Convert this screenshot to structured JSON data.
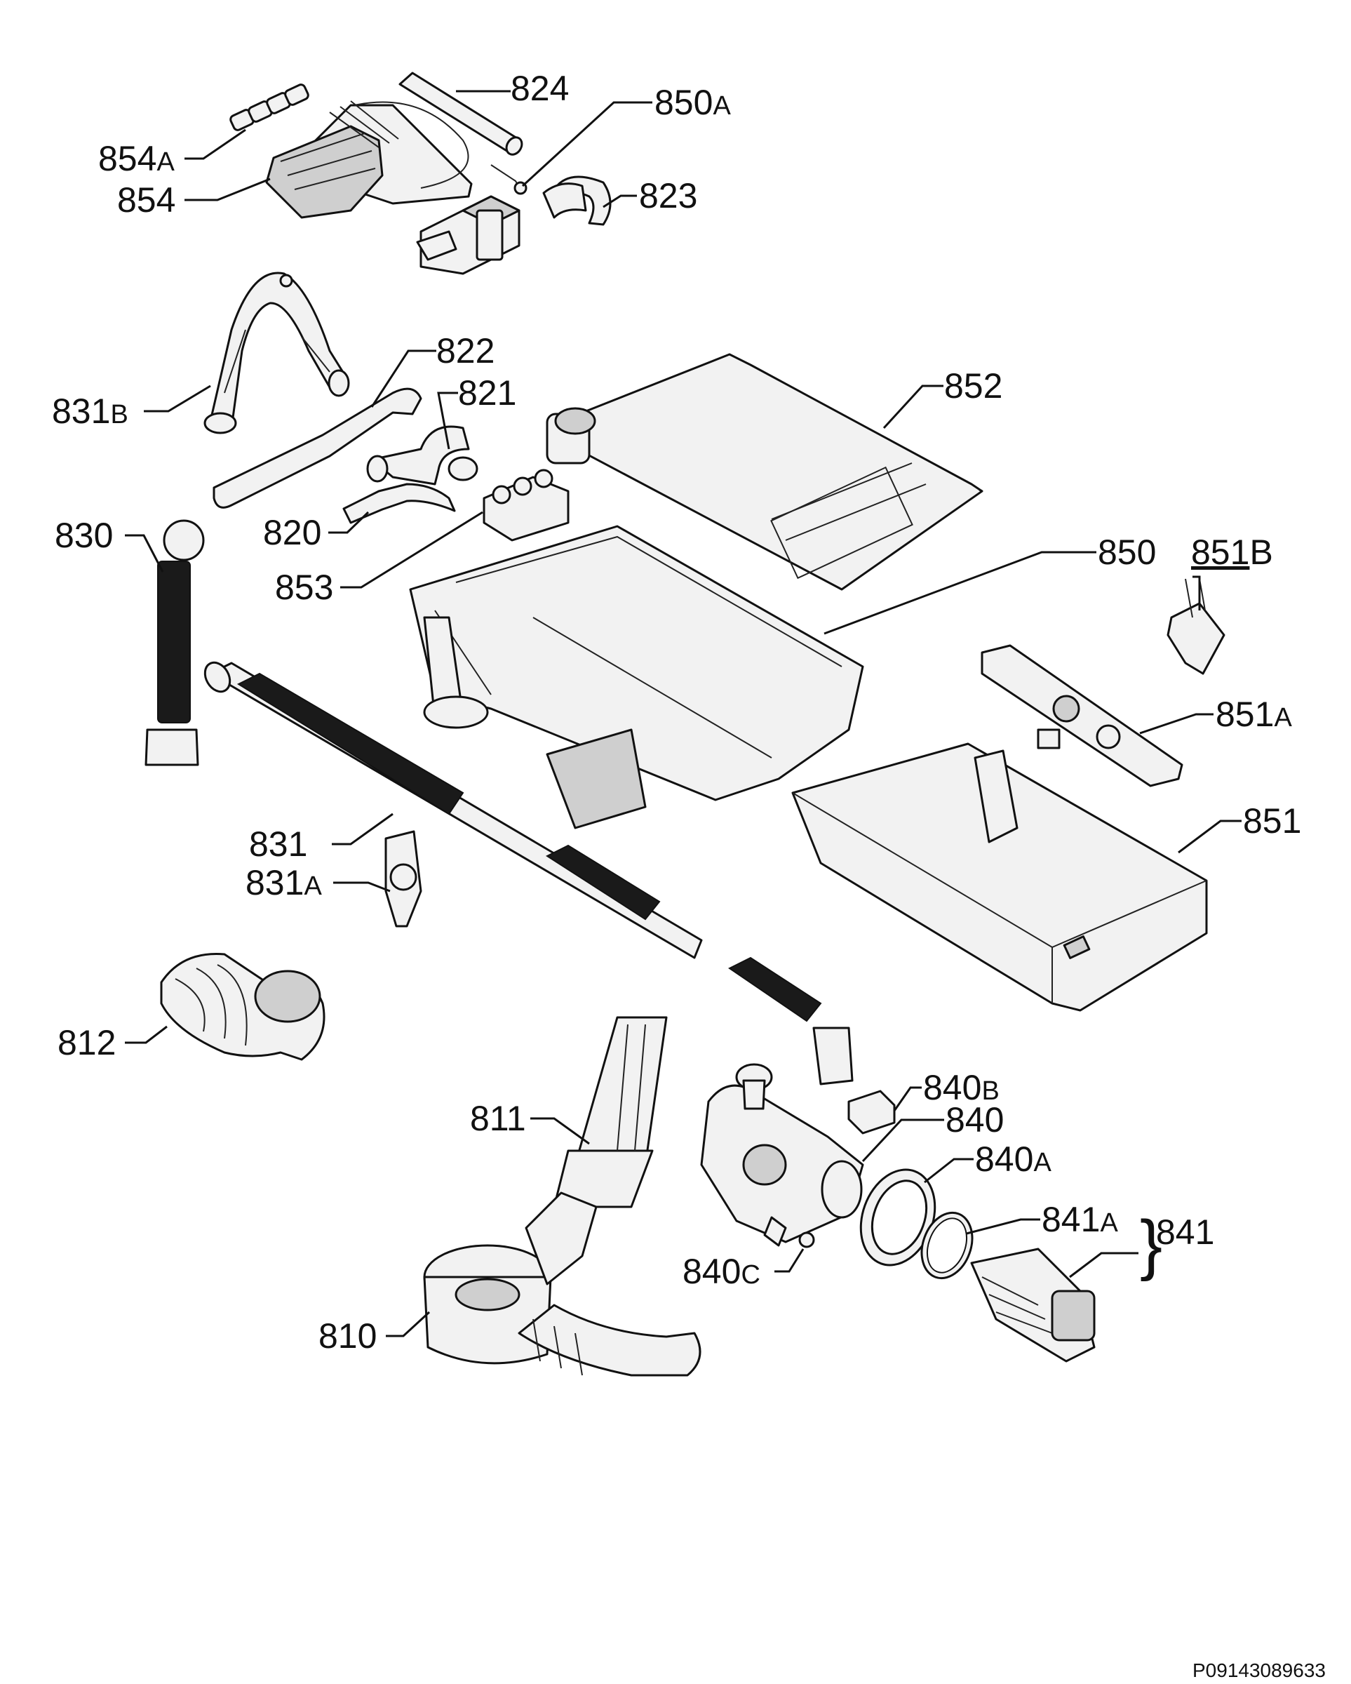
{
  "document_id": "P09143089633",
  "labels": {
    "p824": "824",
    "p850A": {
      "num": "850",
      "suffix": "A"
    },
    "p854A": {
      "num": "854",
      "suffix": "A"
    },
    "p854": "854",
    "p823": "823",
    "p831B": {
      "num": "831",
      "suffix": "B"
    },
    "p822": "822",
    "p821": "821",
    "p852": "852",
    "p830": "830",
    "p820": "820",
    "p853": "853",
    "p850": "850",
    "p851B": {
      "num": "851",
      "suffix": "B"
    },
    "p851A": {
      "num": "851",
      "suffix": "A"
    },
    "p831": "831",
    "p831A": {
      "num": "831",
      "suffix": "A"
    },
    "p851": "851",
    "p812": "812",
    "p840B": {
      "num": "840",
      "suffix": "B"
    },
    "p811": "811",
    "p840": "840",
    "p840A": {
      "num": "840",
      "suffix": "A"
    },
    "p841A": {
      "num": "841",
      "suffix": "A"
    },
    "p841": "841",
    "p840C": {
      "num": "840",
      "suffix": "C"
    },
    "p810": "810",
    "brace": "}"
  }
}
